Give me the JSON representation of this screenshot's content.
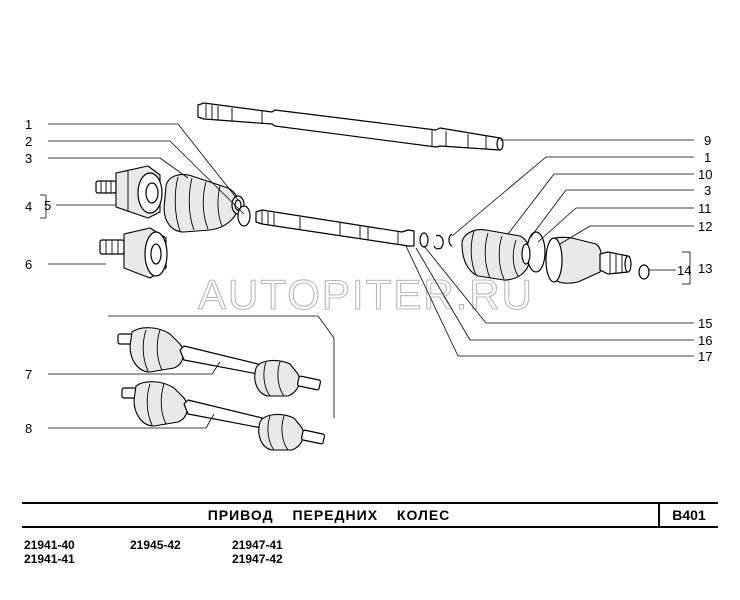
{
  "watermark": "AUTOPITER.RU",
  "callouts": {
    "left": [
      "1",
      "2",
      "3",
      "4",
      "5",
      "6",
      "7",
      "8"
    ],
    "right": [
      "9",
      "1",
      "10",
      "3",
      "11",
      "12",
      "13",
      "14",
      "15",
      "16",
      "17"
    ]
  },
  "footer": {
    "title": "ПРИВОД ПЕРЕДНИХ КОЛЕС",
    "code": "B401",
    "models": [
      "21941-40",
      "21945-42",
      "21947-41",
      "21941-41",
      "21947-42"
    ]
  }
}
